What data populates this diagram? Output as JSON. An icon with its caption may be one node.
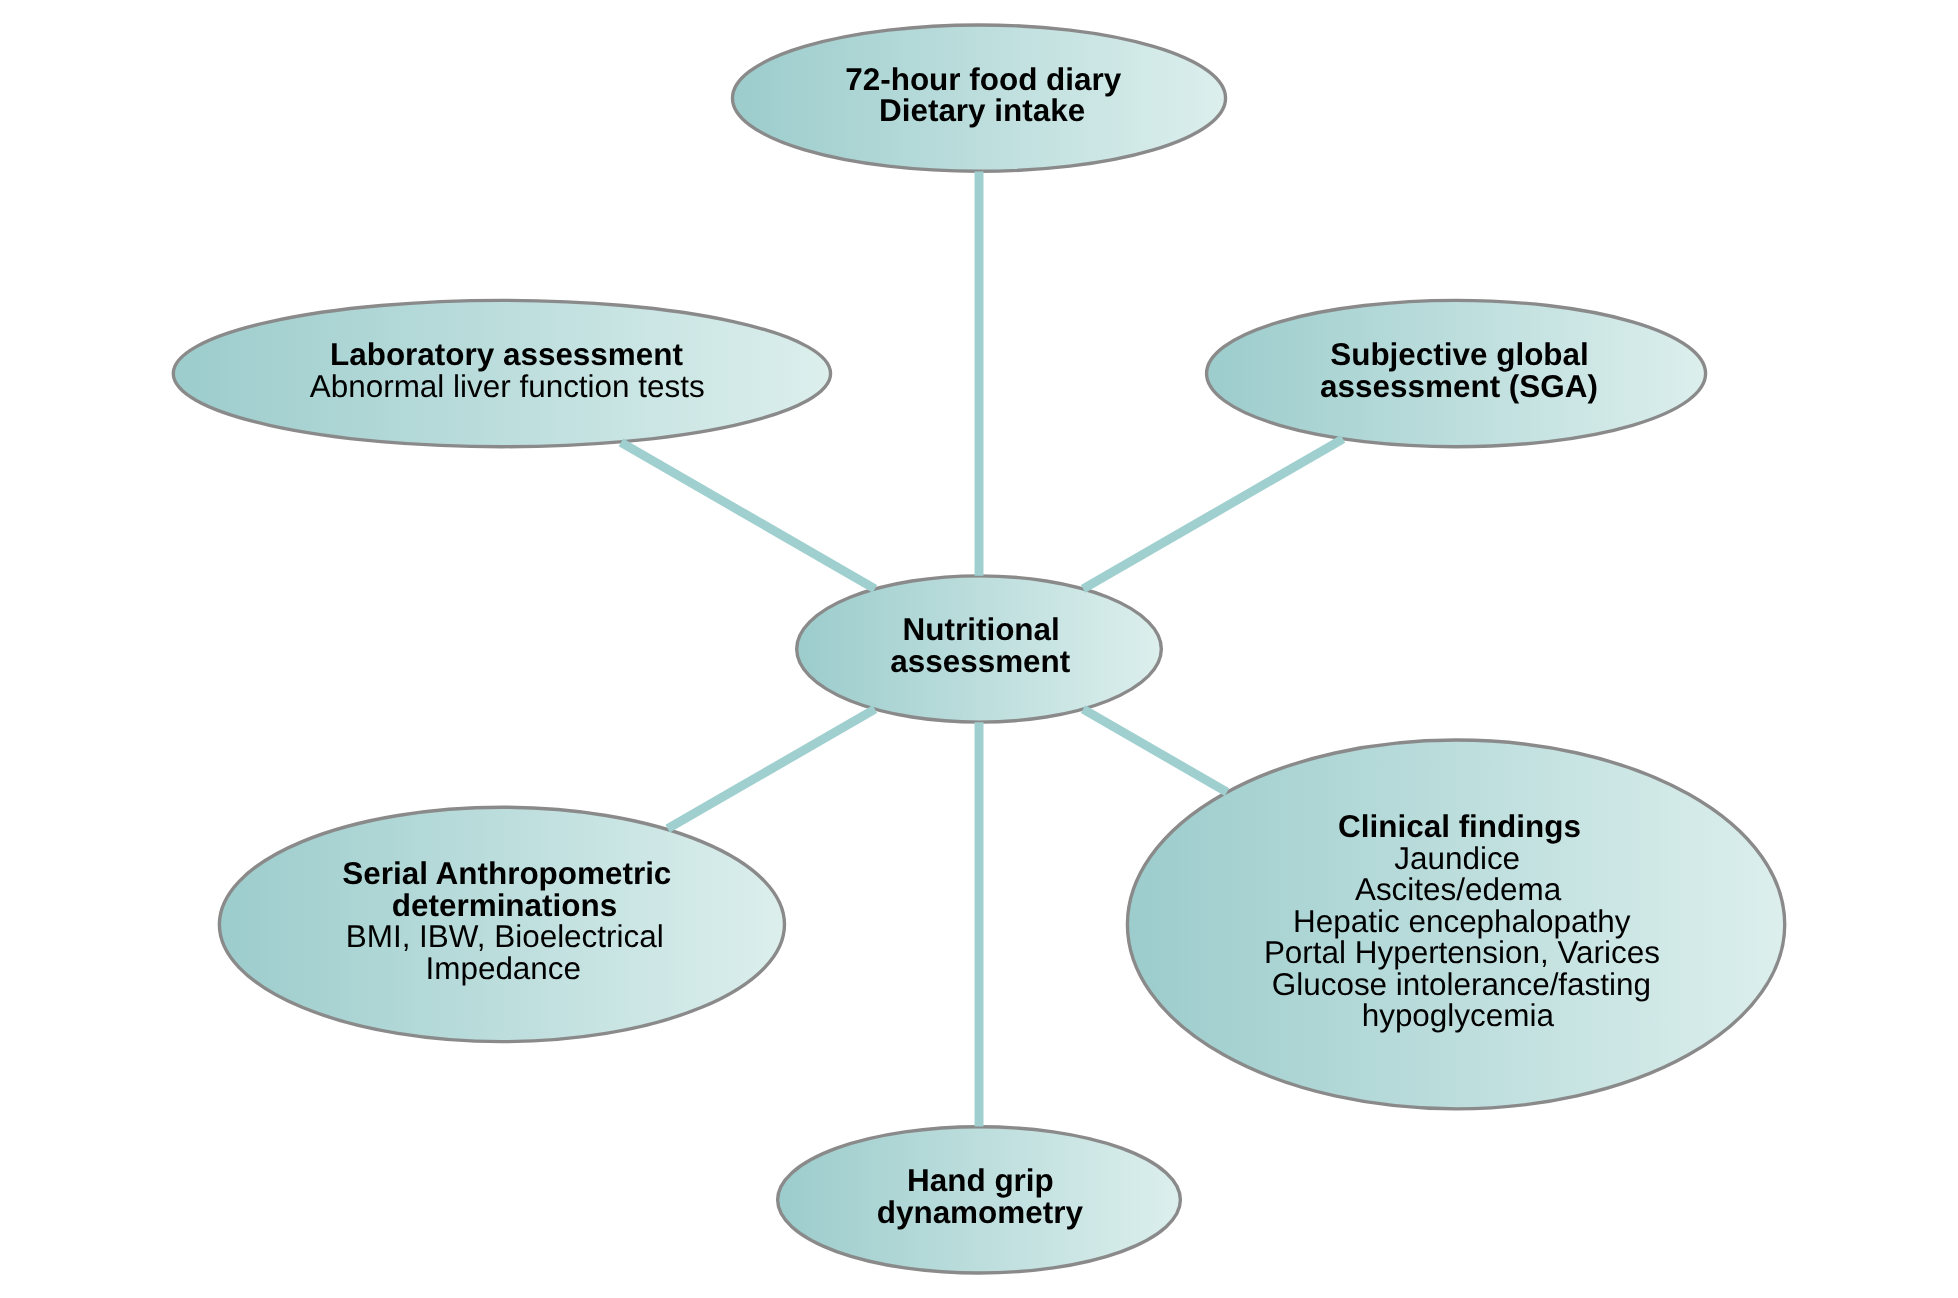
{
  "diagram": {
    "nodes": [
      {
        "text": [
          "Subjective global assessment (SGA)"
        ]
      },
      {
        "text": [
          "72-hour food diary",
          "Dietary intake"
        ]
      },
      {
        "text": [
          "Laboratory assessment",
          "Abnormal liver function tests"
        ]
      },
      {
        "text": [
          "Nutritional assessment"
        ]
      },
      {
        "text": [
          "Serial Anthropometric determinations",
          "BMI, IBW, Bioelectrical Impedance"
        ]
      },
      {
        "text": [
          "Hand grip dynamometry"
        ]
      },
      {
        "text": [
          "Clinical findings",
          "Jaundice",
          "Ascites/edema",
          "Hepatic encephalopathy",
          "Portal Hypertension, Varices",
          "Glucose intolerance/fasting hypoglycemia"
        ]
      }
    ],
    "edges": [
      {
        "from": 3,
        "to": 0,
        "arrow": "none"
      },
      {
        "from": 3,
        "to": 2,
        "arrow": "none"
      },
      {
        "from": 3,
        "to": 5,
        "arrow": "none"
      },
      {
        "from": 3,
        "to": 6,
        "arrow": "none"
      },
      {
        "from": 3,
        "to": 4,
        "arrow": "none"
      },
      {
        "from": 3,
        "to": 1,
        "arrow": "none"
      }
    ]
  }
}
